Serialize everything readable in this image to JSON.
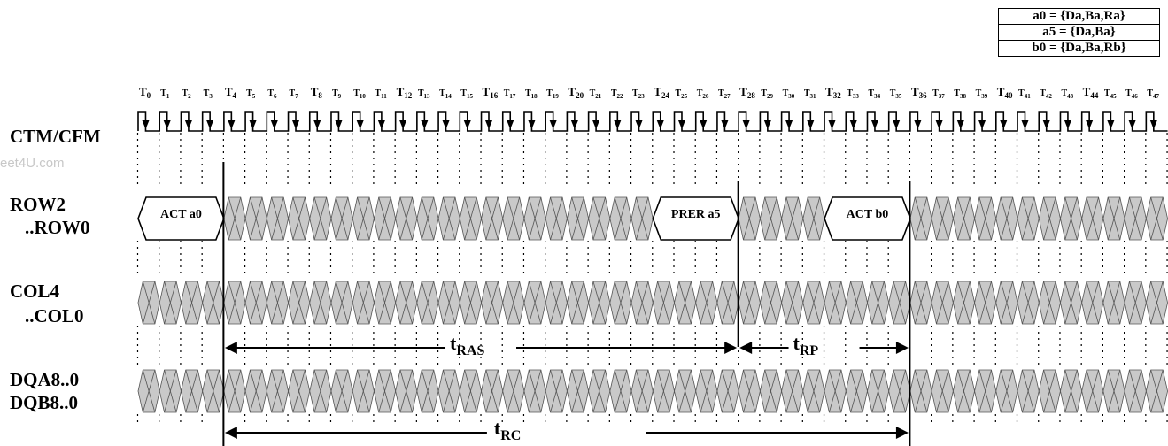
{
  "legend": [
    {
      "text": "a0 = {Da,Ba,Ra}"
    },
    {
      "text": "a5 = {Da,Ba}"
    },
    {
      "text": "b0 = {Da,Ba,Rb}"
    }
  ],
  "watermark": "eet4U.com",
  "clock_count": 48,
  "signals": {
    "clock": "CTM/CFM",
    "row": [
      "ROW2",
      "..ROW0"
    ],
    "col": [
      "COL4",
      "..COL0"
    ],
    "dq": [
      "DQA8..0",
      "DQB8..0"
    ]
  },
  "row_packets": [
    {
      "label": "ACT a0",
      "start": 0,
      "end": 4
    },
    {
      "label": "PRER a5",
      "start": 24,
      "end": 28
    },
    {
      "label": "ACT b0",
      "start": 32,
      "end": 36
    }
  ],
  "markers": [
    4,
    28,
    36
  ],
  "timings": [
    {
      "name": "t",
      "sub": "RAS",
      "from": 4,
      "to": 28
    },
    {
      "name": "t",
      "sub": "RP",
      "from": 28,
      "to": 36
    },
    {
      "name": "t",
      "sub": "RC",
      "from": 4,
      "to": 36
    }
  ]
}
